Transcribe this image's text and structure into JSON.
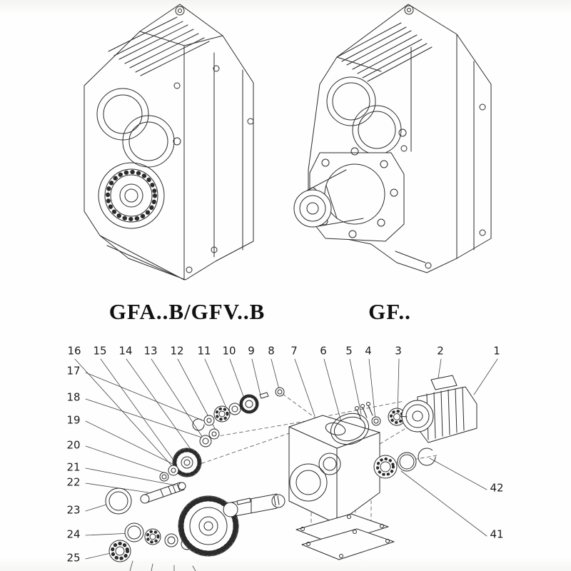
{
  "labels": {
    "left": "GFA..B/GFV..B",
    "right": "GF.."
  },
  "exploded": {
    "callouts_top": [
      "16",
      "15",
      "14",
      "13",
      "12",
      "11",
      "10",
      "9",
      "8",
      "7",
      "6",
      "5",
      "4",
      "3",
      "2",
      "1"
    ],
    "callouts_left": [
      "17",
      "18",
      "19",
      "20",
      "21",
      "22",
      "23",
      "24",
      "25"
    ],
    "callouts_right": [
      "42",
      "41"
    ]
  },
  "colors": {
    "line": "#2b2b2b",
    "background": "#fdfdfc"
  }
}
